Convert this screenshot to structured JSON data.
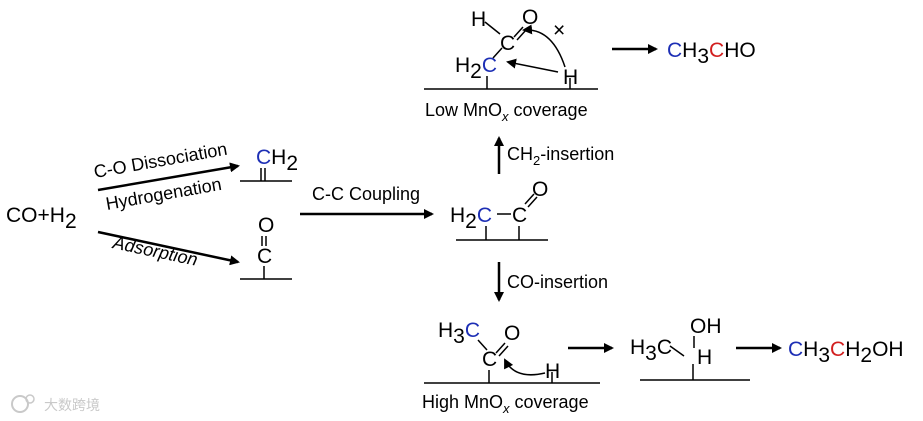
{
  "reactant": {
    "text": "CO+H",
    "sub": "2"
  },
  "pathways": {
    "dissociation_label": "C-O Dissociation",
    "hydrogenation_label": "Hydrogenation",
    "adsorption_label": "Adsorption",
    "coupling_label": "C-C Coupling",
    "ch2_insertion_label_main": "CH",
    "ch2_insertion_label_sub": "2",
    "ch2_insertion_label_rest": "-insertion",
    "co_insertion_label": "CO-insertion"
  },
  "species": {
    "ch2_surface": {
      "c": "C",
      "h": "H",
      "sub": "2"
    },
    "co_surface": {
      "o": "O",
      "c": "C"
    },
    "intermediate": {
      "h2": "H",
      "sub": "2",
      "c_blue": "C",
      "c_red": "C",
      "o": "O"
    },
    "low_path": {
      "h_top": "H",
      "c_red": "C",
      "o": "O",
      "h2": "H",
      "sub": "2",
      "c_blue": "C",
      "h_surface": "H",
      "blocked": "×"
    },
    "high_path": {
      "h3": "H",
      "sub": "3",
      "c_blue": "C",
      "c_red": "C",
      "o": "O",
      "h_surface": "H"
    },
    "ethoxy": {
      "h3": "H",
      "sub": "3",
      "c": "C",
      "oh": "OH",
      "h": "H"
    }
  },
  "products": {
    "acetaldehyde": {
      "c1": "C",
      "h3": "H",
      "sub": "3",
      "c2": "C",
      "rest": "HO"
    },
    "ethanol": {
      "c1": "C",
      "h3": "H",
      "sub3": "3",
      "c2": "C",
      "h2": "H",
      "sub2": "2",
      "rest": "OH"
    }
  },
  "coverage": {
    "low": {
      "prefix": "Low MnO",
      "sub": "x",
      "suffix": " coverage"
    },
    "high": {
      "prefix": "High MnO",
      "sub": "x",
      "suffix": " coverage"
    }
  },
  "watermark": {
    "text": "大数跨境"
  },
  "colors": {
    "carbon_blue": "#1d2fb5",
    "carbon_red": "#d21f1f",
    "ink": "#000000"
  }
}
